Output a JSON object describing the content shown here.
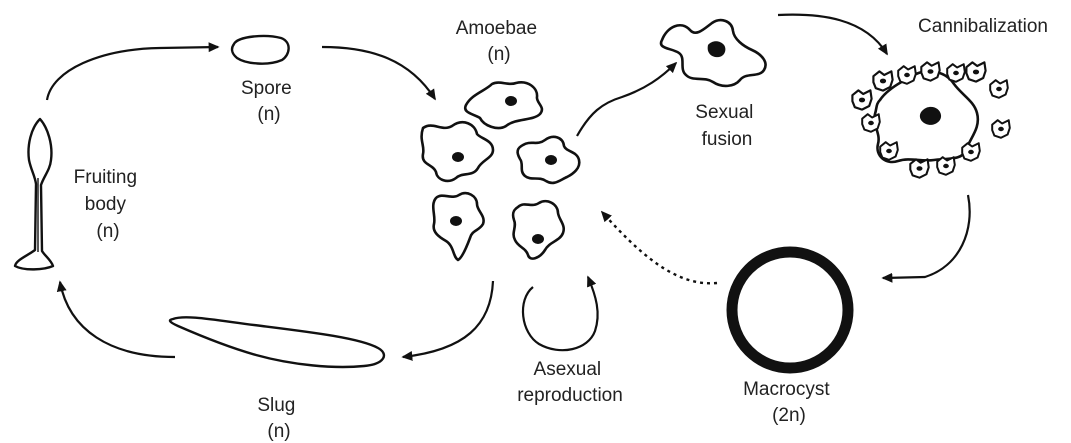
{
  "labels": {
    "spore": [
      "Spore",
      "(n)"
    ],
    "amoebae": [
      "Amoebae",
      "(n)"
    ],
    "sexual_fusion": [
      "Sexual",
      "fusion"
    ],
    "cannibalization": [
      "Cannibalization"
    ],
    "fruiting_body": [
      "Fruiting",
      "body",
      "(n)"
    ],
    "slug": [
      "Slug",
      "(n)"
    ],
    "asexual_reproduction": [
      "Asexual",
      "reproduction"
    ],
    "macrocyst": [
      "Macrocyst",
      "(2n)"
    ]
  }
}
